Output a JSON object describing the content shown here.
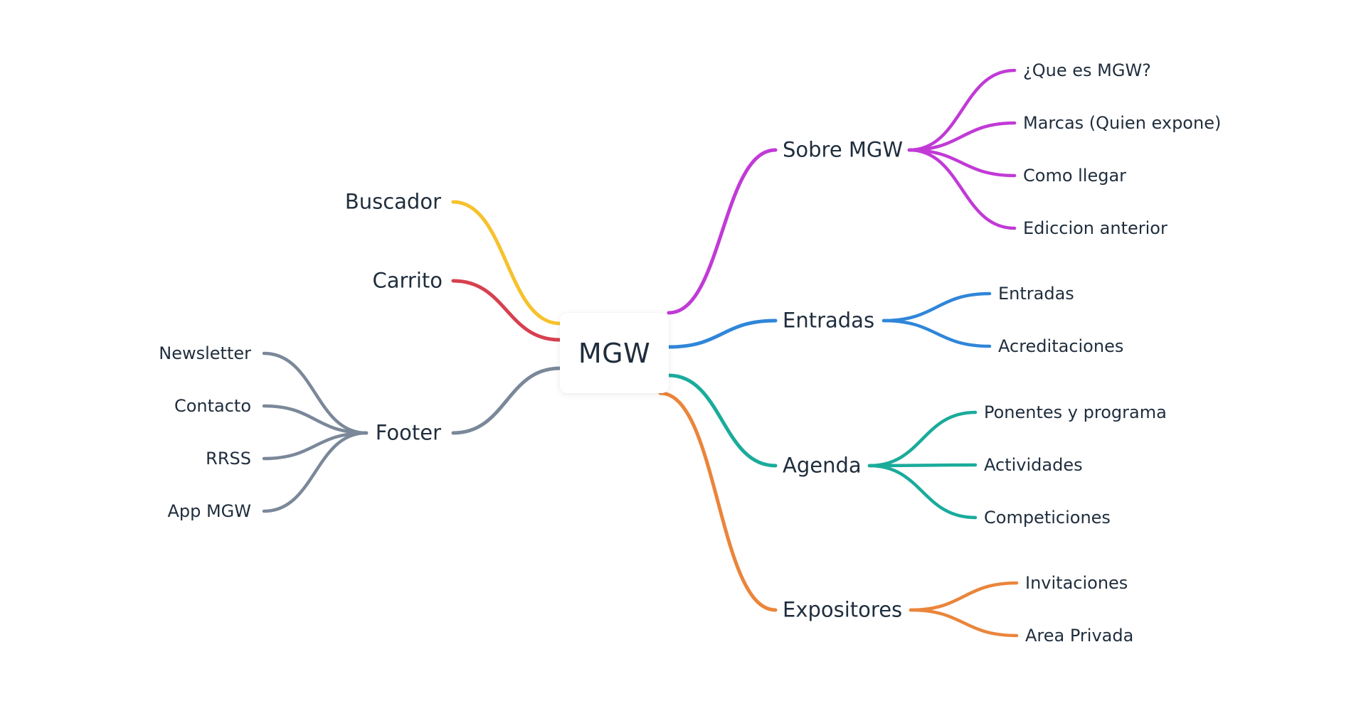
{
  "root": {
    "label": "MGW"
  },
  "branches": {
    "sobre": {
      "label": "Sobre MGW",
      "color": "#c13ad6",
      "children": [
        "¿Que es MGW?",
        "Marcas (Quien expone)",
        "Como llegar",
        "Ediccion anterior"
      ]
    },
    "entradas": {
      "label": "Entradas",
      "color": "#2f86d9",
      "children": [
        "Entradas",
        "Acreditaciones"
      ]
    },
    "agenda": {
      "label": "Agenda",
      "color": "#1aab9b",
      "children": [
        "Ponentes y programa",
        "Actividades",
        "Competiciones"
      ]
    },
    "expositores": {
      "label": "Expositores",
      "color": "#ea853b",
      "children": [
        "Invitaciones",
        "Area Privada"
      ]
    },
    "buscador": {
      "label": "Buscador",
      "color": "#f6c22c",
      "children": []
    },
    "carrito": {
      "label": "Carrito",
      "color": "#d7404f",
      "children": []
    },
    "footer": {
      "label": "Footer",
      "color": "#7a8899",
      "children": [
        "Newsletter",
        "Contacto",
        "RRSS",
        "App MGW"
      ]
    }
  }
}
